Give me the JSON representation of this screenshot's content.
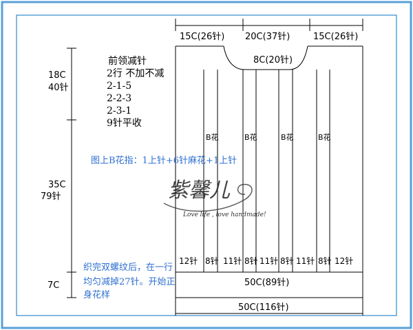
{
  "top_dims": {
    "left": "15C(26针)",
    "center": "20C(37针)",
    "right": "15C(26针)"
  },
  "neck_label": "8C(20针)",
  "neck_note": {
    "title": "前领减针",
    "lines": [
      "2行 不加不减",
      "2-1-5",
      "2-2-3",
      "2-3-1",
      "9针平收"
    ]
  },
  "left_dims": {
    "upper_cm": "18C",
    "upper_st": "40针",
    "middle_cm": "35C",
    "middle_st": "79针",
    "lower_cm": "7C"
  },
  "b_labels": [
    "B花",
    "B花",
    "B花",
    "B花"
  ],
  "pattern_note": "图上B花指：1上针+6针麻花+1上针",
  "watermark": {
    "title": "紫馨儿",
    "subtitle": "Love life , love handmade!"
  },
  "bottom_counts": [
    "12针",
    "8针",
    "11针",
    "8针",
    "11针",
    "8针",
    "11针",
    "8针",
    "12针"
  ],
  "rib_note": [
    "织完双螺纹后，在一行",
    "均匀减掉27针。开始正",
    "身花样"
  ],
  "rib_width": "50C(89针)",
  "total_width": "50C(116针)",
  "colors": {
    "line": "#000000",
    "blue": "#2e6fd0",
    "panel_border": "#58a0d8"
  }
}
